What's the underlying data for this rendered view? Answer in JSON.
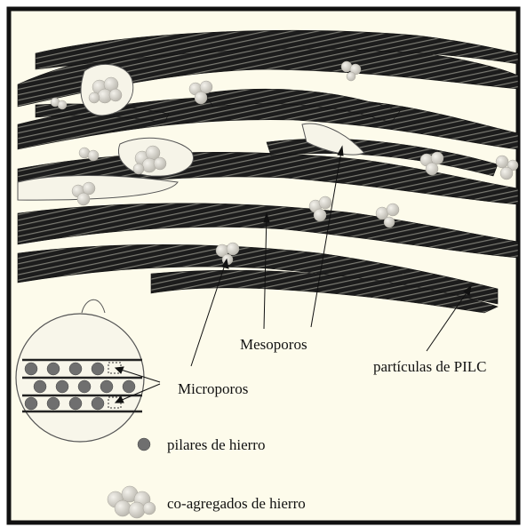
{
  "figure": {
    "labels": {
      "mesoporos": "Mesoporos",
      "microporos": "Microporos",
      "particulas": "partículas de PILC"
    },
    "legend": {
      "pillars": "pilares de hierro",
      "coaggregates": "co-agregados de hierro"
    },
    "colors": {
      "background": "#fdfbeb",
      "frame": "#111111",
      "layers": "#1c1c1c",
      "pillar": "#6f6f6f",
      "aggregate": "#cfccc4"
    }
  }
}
